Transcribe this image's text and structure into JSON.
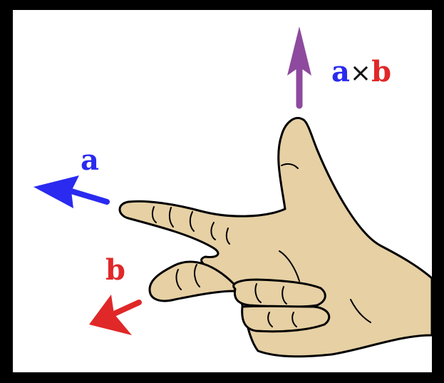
{
  "labels": {
    "a": "a",
    "b": "b",
    "cross_a": "a",
    "cross_symbol": "×",
    "cross_b": "b"
  },
  "colors": {
    "background": "#000000",
    "canvas": "#ffffff",
    "skin": "#e6d0a4",
    "outline": "#000000",
    "vector_a": "#2a2af0",
    "vector_b": "#e02828",
    "vector_cross": "#8e4a9e",
    "cross_symbol": "#111111"
  },
  "icons": {
    "hand": "right-hand-rule-hand-icon",
    "arrow_a": "arrow-left-icon",
    "arrow_b": "arrow-down-left-icon",
    "arrow_cross": "arrow-up-icon"
  }
}
